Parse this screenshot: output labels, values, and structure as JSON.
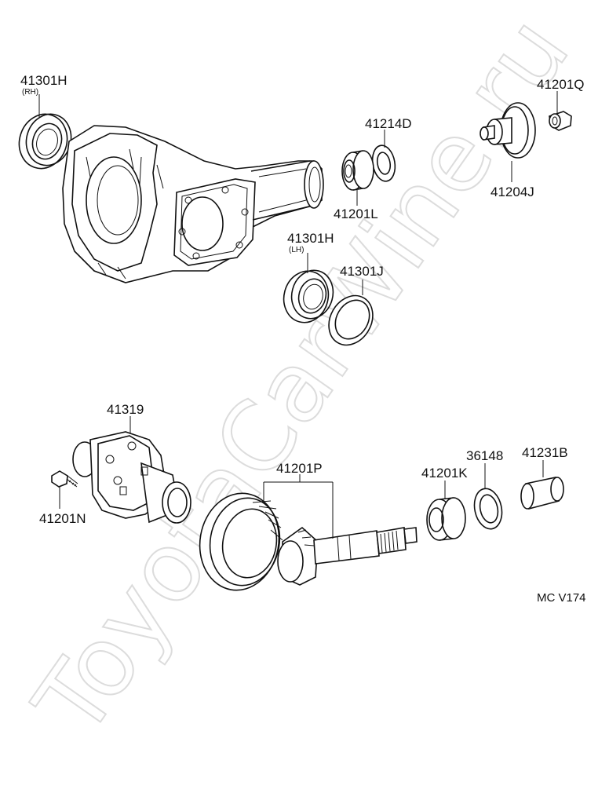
{
  "watermark": "ToyotaCarWine.ru",
  "diagram_code": "MC V174",
  "parts": {
    "p41301H_rh": {
      "number": "41301H",
      "note": "(RH)"
    },
    "p41214D": {
      "number": "41214D"
    },
    "p41201Q": {
      "number": "41201Q"
    },
    "p41204J": {
      "number": "41204J"
    },
    "p41201L": {
      "number": "41201L"
    },
    "p41301H_lh": {
      "number": "41301H",
      "note": "(LH)"
    },
    "p41301J": {
      "number": "41301J"
    },
    "p41319": {
      "number": "41319"
    },
    "p41201N": {
      "number": "41201N"
    },
    "p41201P": {
      "number": "41201P"
    },
    "p41201K": {
      "number": "41201K"
    },
    "p36148": {
      "number": "36148"
    },
    "p41231B": {
      "number": "41231B"
    }
  }
}
